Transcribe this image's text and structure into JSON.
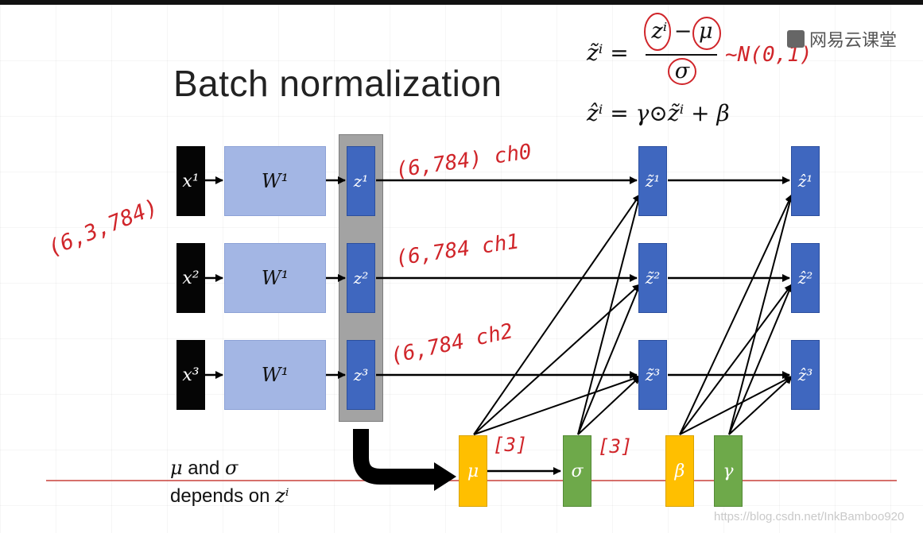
{
  "title": "Batch normalization",
  "inputs": [
    "x¹",
    "x²",
    "x³"
  ],
  "weights": [
    "W¹",
    "W¹",
    "W¹"
  ],
  "z_nodes": [
    "z¹",
    "z²",
    "z³"
  ],
  "z_tilde_nodes": [
    "z̃¹",
    "z̃²",
    "z̃³"
  ],
  "z_hat_nodes": [
    "ẑ¹",
    "ẑ²",
    "ẑ³"
  ],
  "stats": {
    "mu": "μ",
    "sigma": "σ",
    "beta": "β",
    "gamma": "γ"
  },
  "caption": {
    "line1_sym1": "μ",
    "line1_and": " and ",
    "line1_sym2": "σ",
    "line2": "depends on ",
    "line2_sym": "zⁱ"
  },
  "formulas": {
    "lhs1": "z̃ⁱ =",
    "numerator": "zⁱ − μ",
    "denominator": "σ",
    "distribution": "~N(0,1)",
    "line2": "ẑⁱ = γ⊙z̃ⁱ + β"
  },
  "annotations": {
    "shape_input": "(6,3,784)",
    "row1": "(6,784) ch0",
    "row2": "(6,784  ch1",
    "row3": "(6,784 ch2",
    "mu_size": "[3]",
    "sigma_size": "[3]"
  },
  "brand": "网易云课堂",
  "watermark": "https://blog.csdn.net/InkBamboo920",
  "colors": {
    "annotation": "#d0252a",
    "mu_box": "#ffbf00",
    "sigma_box": "#6ea94a",
    "z_box": "#3f67bf",
    "w_box": "#a3b6e4"
  }
}
